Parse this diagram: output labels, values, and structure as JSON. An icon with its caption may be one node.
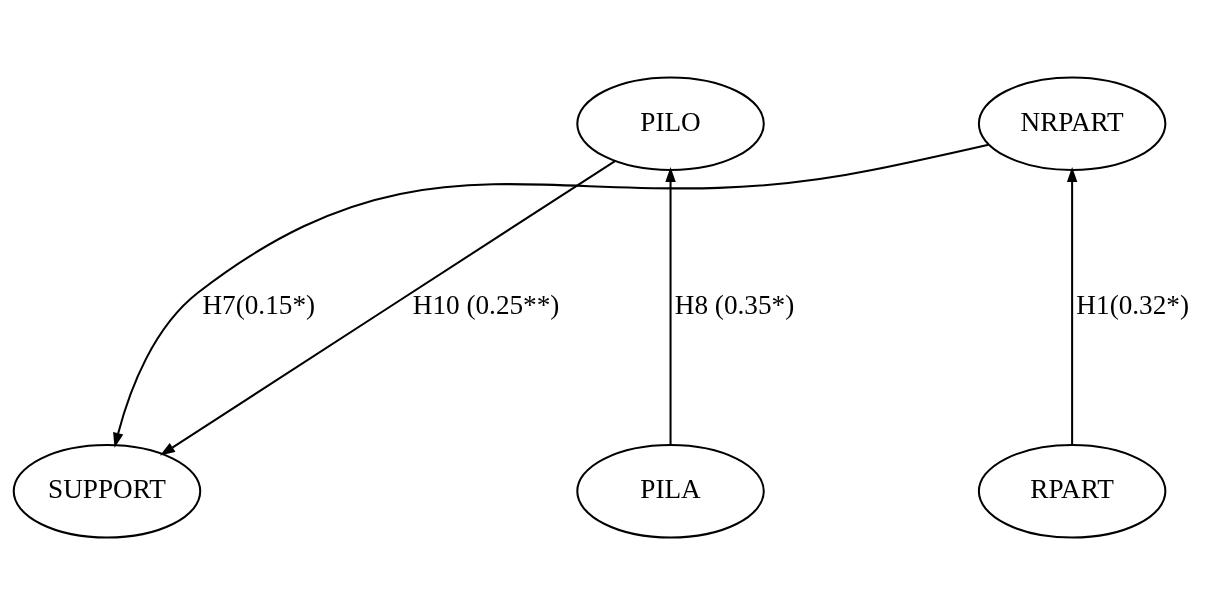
{
  "diagram": {
    "nodes": [
      {
        "text": [
          "NRPART"
        ]
      },
      {
        "text": [
          "PILO"
        ]
      },
      {
        "text": [
          "SUPPORT"
        ]
      },
      {
        "text": [
          "RPART"
        ]
      },
      {
        "text": [
          "PILA"
        ]
      }
    ],
    "edges": [
      {
        "from": 3,
        "to": 0,
        "arrow": "to",
        "label": "H1(0.32*)"
      },
      {
        "from": 0,
        "to": 2,
        "arrow": "to",
        "label": "H7(0.15*)"
      },
      {
        "from": 4,
        "to": 1,
        "arrow": "to",
        "label": "H8 (0.35*)"
      },
      {
        "from": 1,
        "to": 2,
        "arrow": "to",
        "label": "H10 (0.25**)"
      }
    ]
  }
}
